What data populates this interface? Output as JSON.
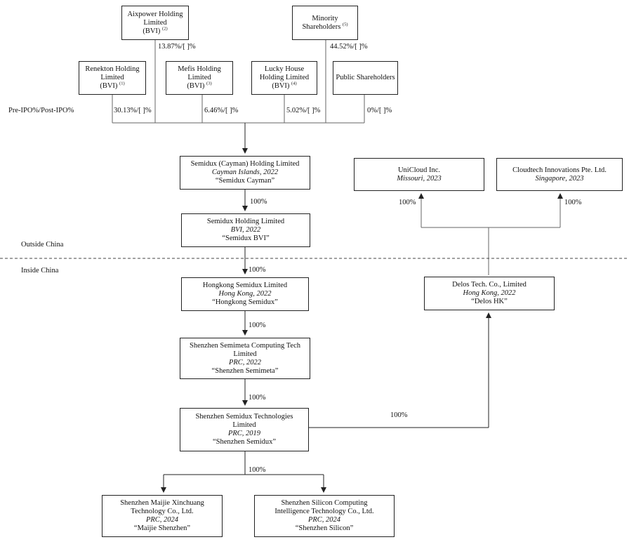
{
  "shareholders": {
    "aixpower": {
      "line1": "Aixpower Holding",
      "line2": "Limited",
      "line3": "(BVI)",
      "note": "(2)",
      "pct": "13.87%/[   ]%"
    },
    "minority": {
      "line1": "Minority",
      "line2": "Shareholders",
      "note": "(5)",
      "pct": "44.52%/[   ]%"
    },
    "renekton": {
      "line1": "Renekton Holding",
      "line2": "Limited",
      "line3": "(BVI)",
      "note": "(1)",
      "pct": "30.13%/[   ]%"
    },
    "mefis": {
      "line1": "Mefis Holding",
      "line2": "Limited",
      "line3": "(BVI)",
      "note": "(3)",
      "pct": "6.46%/[   ]%"
    },
    "lucky_house": {
      "line1": "Lucky House",
      "line2": "Holding Limited",
      "line3": "(BVI)",
      "note": "(4)",
      "pct": "5.02%/[   ]%"
    },
    "public": {
      "line1": "Public Shareholders",
      "pct": "0%/[   ]%"
    }
  },
  "pre_post_label": "Pre-IPO%/Post-IPO%",
  "entities": {
    "cayman": {
      "name": "Semidux (Cayman) Holding Limited",
      "place": "Cayman Islands, 2022",
      "short": "“Semidux Cayman”"
    },
    "bvi": {
      "name": "Semidux Holding Limited",
      "place": "BVI, 2022",
      "short": "“Semidux BVI”"
    },
    "hk": {
      "name": "Hongkong Semidux Limited",
      "place": "Hong Kong, 2022",
      "short": "“Hongkong Semidux”"
    },
    "semimeta": {
      "name1": "Shenzhen Semimeta Computing Tech",
      "name2": "Limited",
      "place": "PRC, 2022",
      "short": "“Shenzhen Semimeta”"
    },
    "semidux_sz": {
      "name1": "Shenzhen Semidux Technologies",
      "name2": "Limited",
      "place": "PRC, 2019",
      "short": "“Shenzhen Semidux”"
    },
    "maijie": {
      "name1": "Shenzhen Maijie Xinchuang",
      "name2": "Technology Co., Ltd.",
      "place": "PRC, 2024",
      "short": "“Maijie Shenzhen”"
    },
    "silicon": {
      "name1": "Shenzhen Silicon Computing",
      "name2": "Intelligence Technology Co., Ltd.",
      "place": "PRC, 2024",
      "short": "“Shenzhen Silicon”"
    },
    "unicloud": {
      "name": "UniCloud Inc.",
      "place": "Missouri, 2023"
    },
    "cloudtech": {
      "name": "Cloudtech Innovations Pte. Ltd.",
      "place": "Singapore, 2023"
    },
    "delos": {
      "name": "Delos Tech. Co., Limited",
      "place": "Hong Kong, 2022",
      "short": "“Delos HK”"
    }
  },
  "percent_labels": {
    "cayman_bvi": "100%",
    "bvi_hk": "100%",
    "hk_semimeta": "100%",
    "semimeta_semidux": "100%",
    "semidux_subs": "100%",
    "semidux_delos": "100%",
    "delos_unicloud": "100%",
    "delos_cloudtech": "100%"
  },
  "region_labels": {
    "outside": "Outside China",
    "inside": "Inside China"
  }
}
